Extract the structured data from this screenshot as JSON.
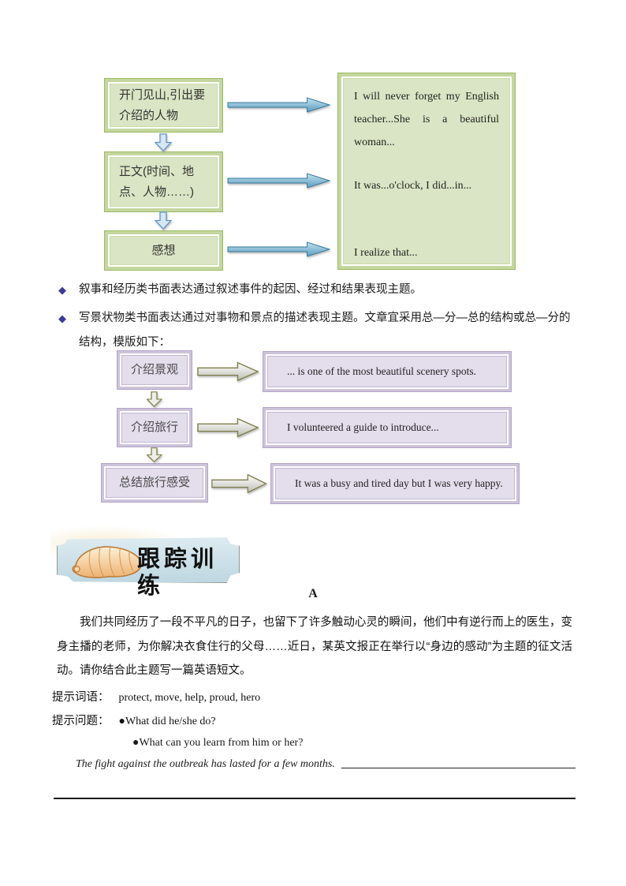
{
  "flow_narrative": {
    "steps": [
      {
        "label": "开门见山,引出要介绍的人物",
        "example": "I will never forget my English teacher...She is a beautiful woman..."
      },
      {
        "label": "正文(时间、地点、人物……)",
        "example": "It was...o'clock, I did...in..."
      },
      {
        "label": "感想",
        "example": "I realize that..."
      }
    ]
  },
  "notes": [
    "叙事和经历类书面表达通过叙述事件的起因、经过和结果表现主题。",
    "写景状物类书面表达通过对事物和景点的描述表现主题。文章宜采用总—分—总的结构或总—分的结构，模版如下："
  ],
  "bullet_glyph": "◆",
  "flow_scenery": {
    "steps": [
      {
        "label": "介绍景观",
        "example": "... is one of the most beautiful scenery spots."
      },
      {
        "label": "介绍旅行",
        "example": "I volunteered a guide to introduce..."
      },
      {
        "label": "总结旅行感受",
        "example": "It was a busy and tired day but I was very happy."
      }
    ]
  },
  "banner": {
    "title": "跟踪训练"
  },
  "exercise": {
    "section_label": "A",
    "prompt": "我们共同经历了一段不平凡的日子，也留下了许多触动心灵的瞬间，他们中有逆行而上的医生，变身主播的老师，为你解决衣食住行的父母……近日，某英文报正在举行以“身边的感动”为主题的征文活动。请你结合此主题写一篇英语短文。",
    "hint_words_label": "提示词语：",
    "hint_words": "protect, move, help, proud, hero",
    "hint_questions_label": "提示问题：",
    "questions": [
      "●What did he/she do?",
      "●What can you learn from him or her?"
    ],
    "starter_sentence": "The fight against the outbreak has lasted for a few months."
  },
  "colors": {
    "green_band": "#c4d79e",
    "green_fill": "#d9e5c4",
    "purple_band": "#cdc3da",
    "purple_fill": "#e3ddec",
    "arrow_blue": "#6fa8c9",
    "arrow_olive": "#7f7f4c",
    "bullet_diamond": "#3b3b98",
    "banner_blue": "#cfe2ea"
  }
}
